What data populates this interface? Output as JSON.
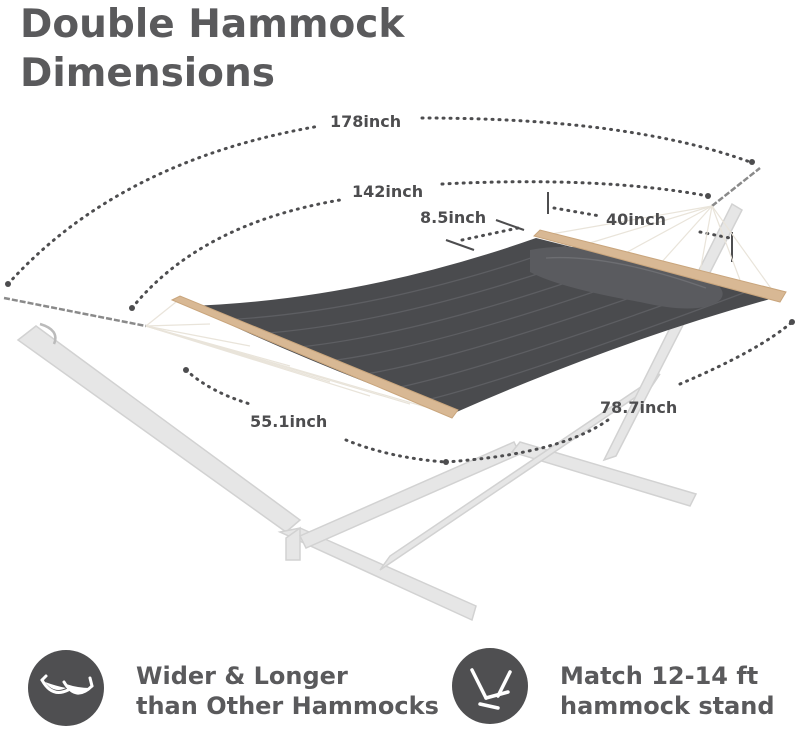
{
  "title": {
    "line1": "Double Hammock",
    "line2": "Dimensions"
  },
  "dimensions": {
    "total_length": "178inch",
    "bed_length": "142inch",
    "spreader_gap": "8.5inch",
    "pillow_width": "40inch",
    "bed_width": "55.1inch",
    "bed_span": "78.7inch"
  },
  "features": [
    {
      "icon": "two-hammocks-icon",
      "line1": "Wider & Longer",
      "line2": "than Other Hammocks"
    },
    {
      "icon": "hammock-stand-icon",
      "line1": "Match 12-14 ft",
      "line2": "hammock stand"
    }
  ],
  "colors": {
    "text": "#5a5a5c",
    "fabric": "#4a4b4e",
    "spreader_bar": "#d8b894",
    "stand": "#e6e6e6",
    "icon_circle": "#4f4f51"
  }
}
